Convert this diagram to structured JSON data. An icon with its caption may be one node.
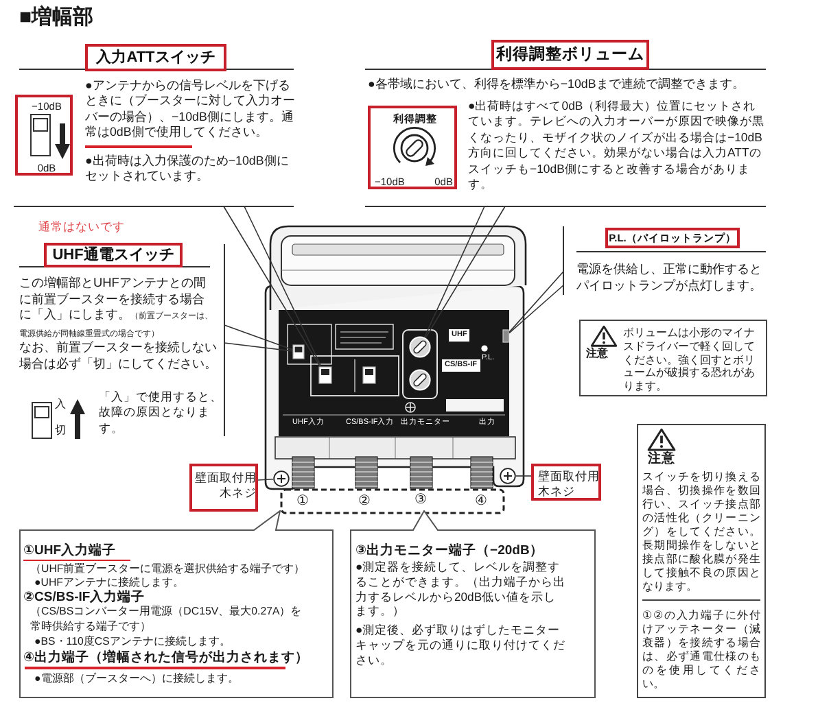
{
  "diagram": {
    "title": "■増幅部",
    "nodes": [
      {
        "text": [
          "入力ATTスイッチ",
          "●アンテナからの信号レベルを下げるときに（ブースターに対して入力オーバーの場合）、−10dB側にします。通常は0dB側で使用してください。",
          "●出荷時は入力保護のため−10dB側にセットされています。"
        ]
      },
      {
        "text": [
          "−10dB",
          "0dB"
        ],
        "in": 0
      },
      {
        "text": [
          "利得調整ボリューム",
          "●各帯域において、利得を標準から−10dBまで連続で調整できます。",
          "●出荷時はすべて0dB（利得最大）位置にセットされています。テレビへの入力オーバーが原因で映像が黒くなったり、モザイク状のノイズが出る場合は−10dB方向に回してください。効果がない場合は入力ATTのスイッチも−10dB側にすると改善する場合があります。"
        ]
      },
      {
        "text": [
          "利得調整",
          "−10dB",
          "0dB"
        ],
        "in": 2
      },
      {
        "text": [
          "UHF通電スイッチ",
          "この増幅部とUHFアンテナとの間に前置ブースターを接続する場合に「入」にします。",
          "（前置ブースターは、電源供給が同軸線重畳式の場合です）",
          "なお、前置ブースターを接続しない場合は必ず「切」にしてください。",
          "「入」で使用すると、故障の原因となります。"
        ],
        "beside": [
          "通常はないです"
        ]
      },
      {
        "text": [
          "P.L.（パイロットランプ）",
          "電源を供給し、正常に動作するとパイロットランプが点灯します。"
        ]
      },
      {
        "text": [
          "注意",
          "ボリュームは小形のマイナスドライバーで軽く回してください。強く回すとボリュームが破損する恐れがあります。"
        ]
      },
      {
        "text": [
          "注意",
          "スイッチを切り換える場合、切換操作を数回行い、スイッチ接点部の活性化（クリーニング）をしてください。長期間操作をしないと接点部に酸化膜が発生して接触不良の原因となります。",
          "①②の入力端子に外付けアッテネーター（減衰器）を接続する場合は、必ず通電仕様のものを使用してください。"
        ]
      },
      {
        "text": [],
        "shape": "picture"
      },
      {
        "text": [],
        "shape": "box",
        "in": 8
      },
      {
        "text": [],
        "shape": "box",
        "in": 8
      },
      {
        "text": [],
        "shape": "circle",
        "in": 8
      },
      {
        "text": [],
        "shape": "box",
        "in": 8
      },
      {
        "text": [],
        "shape": "circle",
        "in": 8
      },
      {
        "text": [],
        "shape": "circle",
        "in": 8
      },
      {
        "text": [
          "壁面取付用木ネジ"
        ]
      },
      {
        "text": [
          "壁面取付用木ネジ"
        ]
      },
      {
        "text": [
          "①UHF入力端子",
          "（UHF前置ブースターに電源を選択供給する端子です）",
          "●UHFアンテナに接続します。",
          "②CS/BS-IF入力端子",
          "（CS/BSコンバーター用電源（DC15V、最大0.27A）を常時供給する端子です）",
          "●BS・110度CSアンテナに接続します。",
          "④出力端子（増幅された信号が出力されます）",
          "●電源部（ブースターへ）に接続します。"
        ]
      },
      {
        "text": [
          "③出力モニター端子（−20dB）",
          "●測定器を接続して、レベルを調整することができます。（出力端子から出力するレベルから20dB低い値を示します。）",
          "●測定後、必ず取りはずしたモニターキャップを元の通りに取り付けてください。"
        ]
      }
    ],
    "edges": [
      {
        "from": 0,
        "to": 9,
        "arrow": "none"
      },
      {
        "from": 0,
        "to": 9,
        "arrow": "none"
      },
      {
        "from": 2,
        "to": 11,
        "arrow": "none"
      },
      {
        "from": 2,
        "to": 11,
        "arrow": "none"
      },
      {
        "from": 4,
        "to": 10,
        "arrow": "none"
      },
      {
        "from": 4,
        "to": 10,
        "arrow": "none"
      },
      {
        "from": 5,
        "to": 12,
        "arrow": "none"
      },
      {
        "from": 5,
        "to": 12,
        "arrow": "none"
      },
      {
        "from": 15,
        "to": 13,
        "arrow": "none"
      },
      {
        "from": 16,
        "to": 14,
        "arrow": "none"
      }
    ],
    "labels": [
      "入",
      "切",
      "UHF",
      "CS/BS-IF",
      "P.L.",
      "UHF入力",
      "CS/BS-IF入力",
      "出力モニター",
      "出力",
      "①",
      "②",
      "③",
      "④"
    ]
  }
}
